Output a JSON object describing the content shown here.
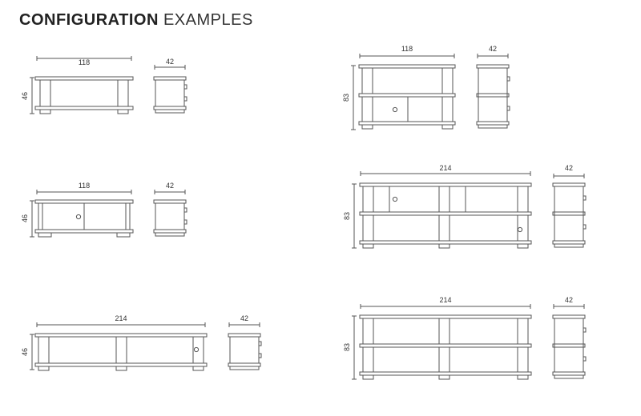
{
  "header": {
    "title_bold": "CONFIGURATION",
    "title_light": "EXAMPLES"
  },
  "configs": [
    {
      "id": "a",
      "front": {
        "width_label": "118",
        "height_label": "46"
      },
      "side": {
        "depth_label": "42"
      }
    },
    {
      "id": "b",
      "front": {
        "width_label": "118",
        "height_label": "83"
      },
      "side": {
        "depth_label": "42"
      }
    },
    {
      "id": "c",
      "front": {
        "width_label": "118",
        "height_label": "46"
      },
      "side": {
        "depth_label": "42"
      }
    },
    {
      "id": "d",
      "front": {
        "width_label": "214",
        "height_label": "83"
      },
      "side": {
        "depth_label": "42"
      }
    },
    {
      "id": "e",
      "front": {
        "width_label": "214",
        "height_label": "46"
      },
      "side": {
        "depth_label": "42"
      }
    },
    {
      "id": "f",
      "front": {
        "width_label": "214",
        "height_label": "83"
      },
      "side": {
        "depth_label": "42"
      }
    }
  ],
  "colors": {
    "line": "#555555",
    "text": "#333333"
  }
}
